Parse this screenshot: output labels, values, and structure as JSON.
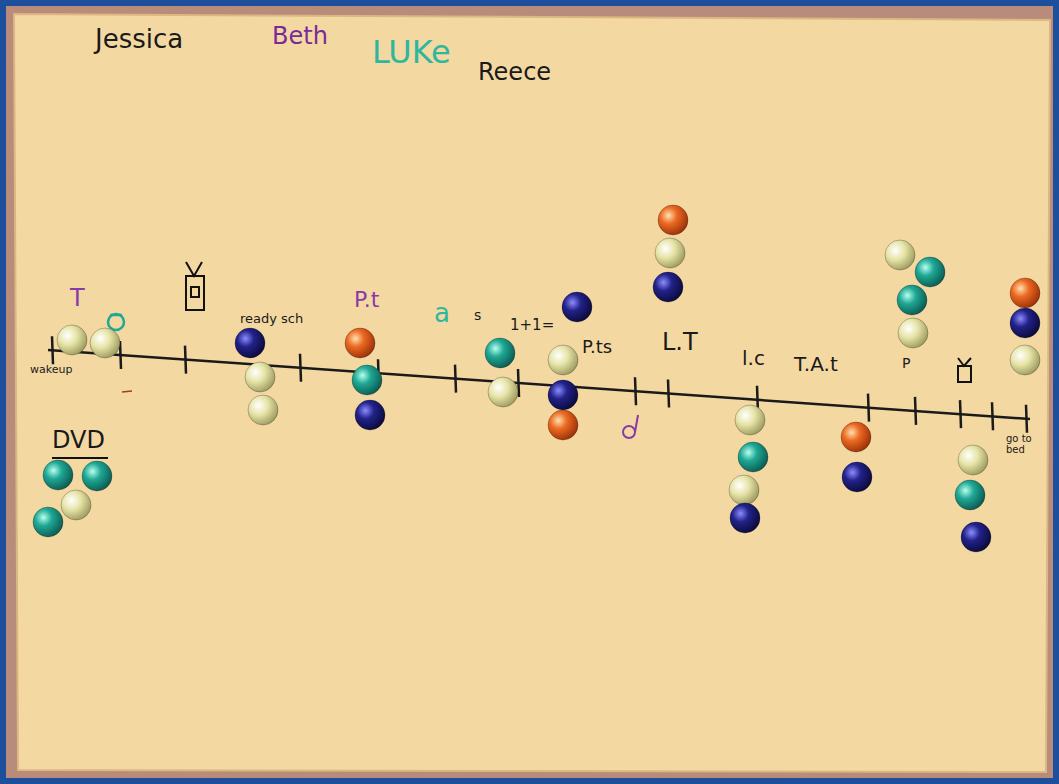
{
  "diagram": {
    "labels": [
      "Jessica",
      "Beth",
      "LUKe",
      "Reece",
      "T",
      "wakeup",
      "DVD",
      "ready sch",
      "P.t",
      "a",
      "s",
      "1+1=",
      "P.ts",
      "L.T",
      "l.c",
      "T.A.t",
      "P",
      "go to bed"
    ]
  }
}
